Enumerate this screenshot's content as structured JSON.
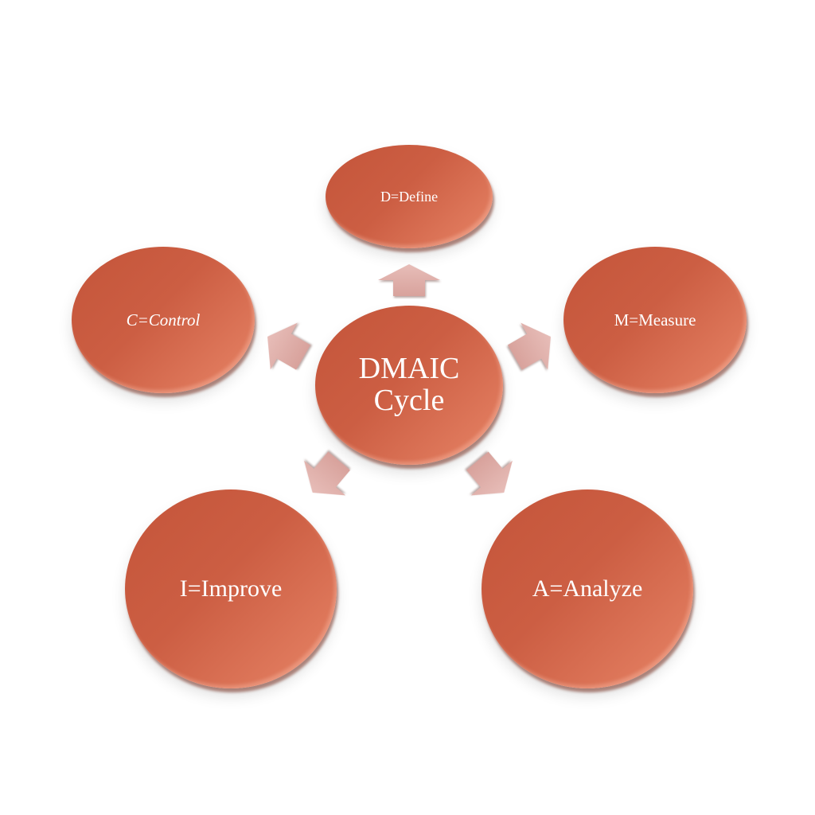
{
  "center": {
    "line1": "DMAIC",
    "line2": "Cycle"
  },
  "phases": {
    "define": "D=Define",
    "measure": "M=Measure",
    "analyze": "A=Analyze",
    "improve": "I=Improve",
    "control": "C=Control"
  },
  "colors": {
    "circle": "#c85a40",
    "arrow": "#e0b0ab",
    "text": "#ffffff"
  }
}
